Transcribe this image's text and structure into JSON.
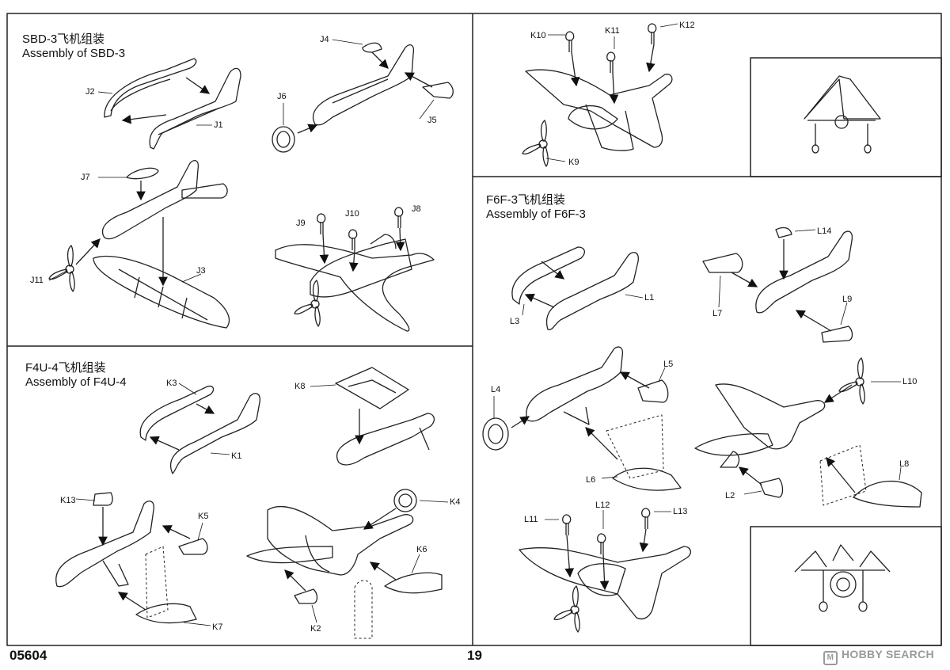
{
  "page": {
    "catalog_no": "05604",
    "page_number": "19",
    "watermark": "HOBBY SEARCH",
    "watermark_mark": "M"
  },
  "panels": {
    "sbd3": {
      "title_cn": "SBD-3飞机组装",
      "title_en": "Assembly of SBD-3",
      "labels": {
        "J1": "J1",
        "J2": "J2",
        "J3": "J3",
        "J4": "J4",
        "J5": "J5",
        "J6": "J6",
        "J7": "J7",
        "J8": "J8",
        "J9": "J9",
        "J10": "J10",
        "J11": "J11"
      }
    },
    "f4u4": {
      "title_cn": "F4U-4飞机组装",
      "title_en": "Assembly of F4U-4",
      "labels": {
        "K1": "K1",
        "K2": "K2",
        "K3": "K3",
        "K4": "K4",
        "K5": "K5",
        "K6": "K6",
        "K7": "K7",
        "K8": "K8",
        "K13": "K13"
      }
    },
    "f6f3_top": {
      "labels": {
        "K9": "K9",
        "K10": "K10",
        "K11": "K11",
        "K12": "K12"
      }
    },
    "f6f3": {
      "title_cn": "F6F-3飞机组装",
      "title_en": "Assembly of F6F-3",
      "labels": {
        "L1": "L1",
        "L2": "L2",
        "L3": "L3",
        "L4": "L4",
        "L5": "L5",
        "L6": "L6",
        "L7": "L7",
        "L8": "L8",
        "L9": "L9",
        "L10": "L10",
        "L11": "L11",
        "L12": "L12",
        "L13": "L13",
        "L14": "L14"
      }
    }
  }
}
